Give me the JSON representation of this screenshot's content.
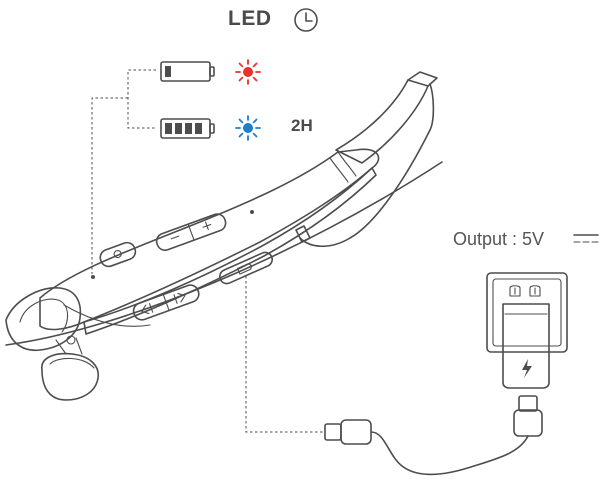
{
  "led": {
    "title": "LED",
    "clock_icon": "clock-icon"
  },
  "charging_states": [
    {
      "battery": "low-battery-icon",
      "light_icon": "led-red-icon",
      "light_color": "#e8322b",
      "duration": ""
    },
    {
      "battery": "full-battery-icon",
      "light_icon": "led-blue-icon",
      "light_color": "#1c7fc9",
      "duration": "2H"
    }
  ],
  "adapter": {
    "output_label": "Output : 5V",
    "dc_symbol_icon": "dc-symbol-icon",
    "lightning_icon": "lightning-icon"
  },
  "device": {
    "name_icon": "neckband-headset-icon",
    "cable_icon": "usb-cable-icon"
  },
  "colors": {
    "line": "#4d4d4d",
    "body_fill": "#e9e9e9",
    "body_fill_dark": "#d6d6d6",
    "text": "#4a4a4a"
  }
}
